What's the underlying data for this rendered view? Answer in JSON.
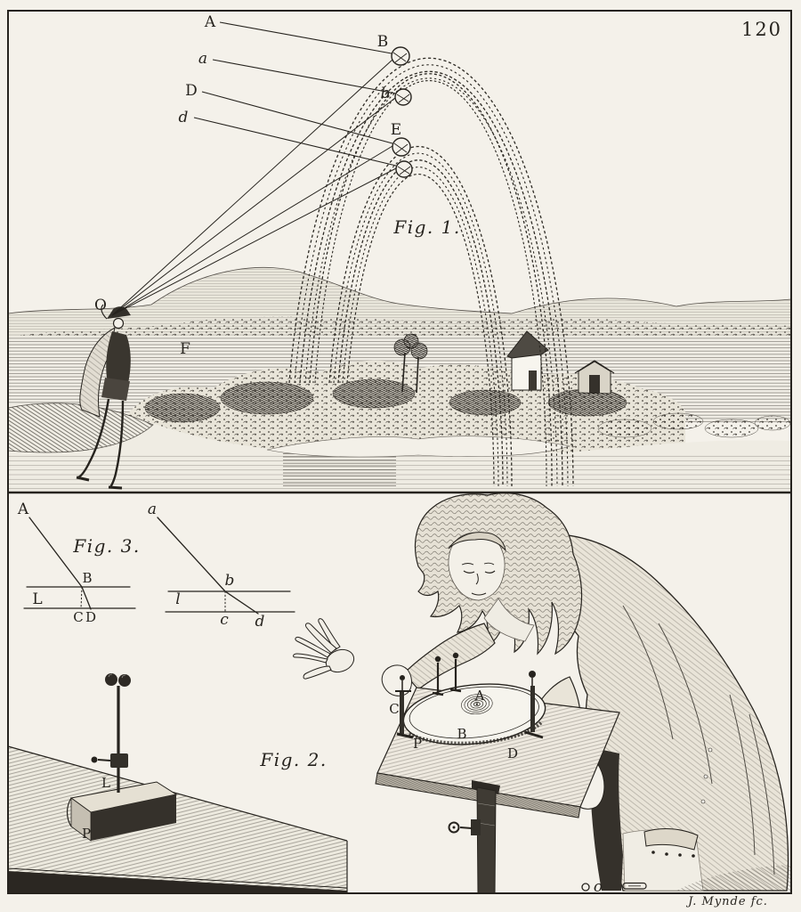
{
  "plate": {
    "page_number": "120",
    "signature": "J. Mynde fc.",
    "colors": {
      "paper": "#f4f1ea",
      "ink": "#26231e"
    }
  },
  "fig1": {
    "caption": "Fig. 1.",
    "labels": {
      "A": "A",
      "a": "a",
      "D": "D",
      "d": "d",
      "B": "B",
      "b": "b",
      "E": "E",
      "O": "O",
      "F": "F"
    }
  },
  "fig2": {
    "caption": "Fig. 2.",
    "labels": {
      "A": "A",
      "B": "B",
      "C": "C",
      "D": "D",
      "P": "P"
    },
    "stand": {
      "L": "L",
      "P": "P"
    },
    "floor_label": "o"
  },
  "fig3": {
    "caption": "Fig. 3.",
    "left": {
      "A": "A",
      "B": "B",
      "L": "L",
      "C": "C",
      "D": "D"
    },
    "right": {
      "a": "a",
      "b": "b",
      "l": "l",
      "c": "c",
      "d": "d"
    }
  }
}
